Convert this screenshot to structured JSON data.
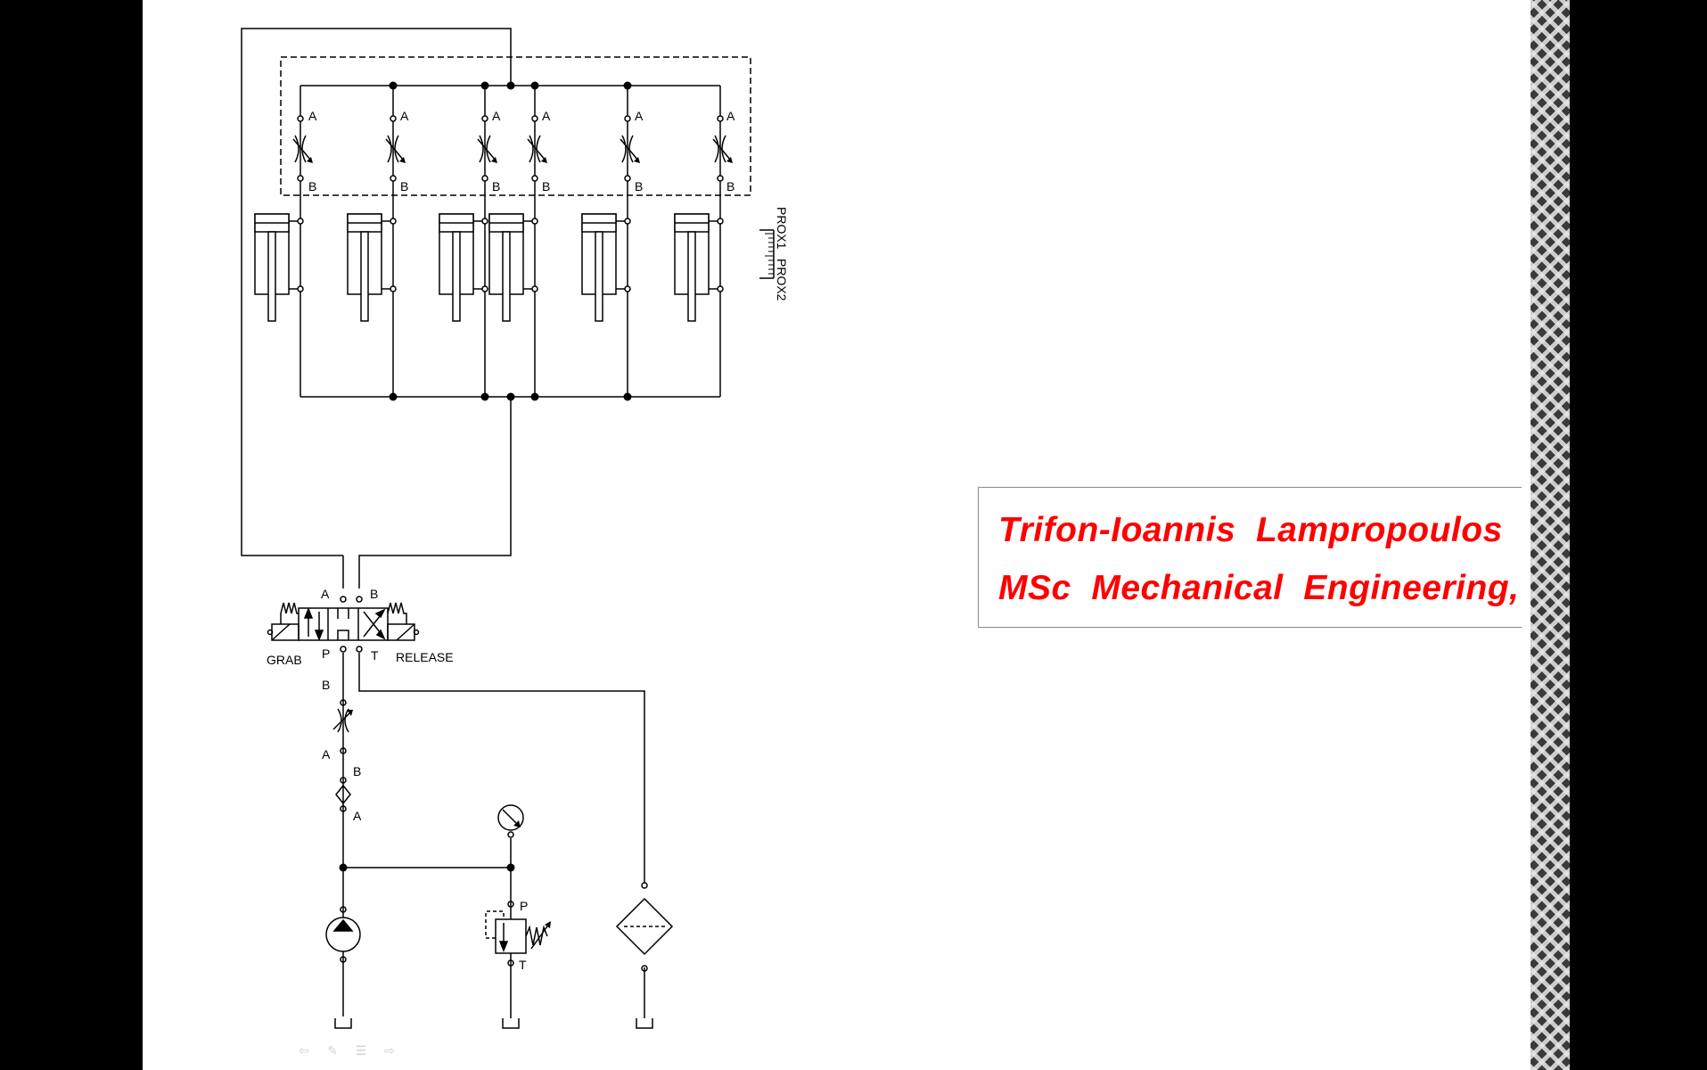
{
  "diagram": {
    "valve_ports": [
      "A",
      "B",
      "A",
      "B",
      "A",
      "B",
      "A",
      "B",
      "A",
      "B",
      "A",
      "B"
    ],
    "sensor_labels": {
      "prox1": "PROX1",
      "prox2": "PROX2"
    },
    "dcv": {
      "port_a": "A",
      "port_b": "B",
      "port_p": "P",
      "port_t": "T",
      "left_label": "GRAB",
      "right_label": "RELEASE"
    },
    "supply_line": {
      "flow_valve_top": "B",
      "flow_valve_bottom": "A",
      "check_top": "B",
      "check_bottom": "A"
    },
    "relief_valve": {
      "port_p": "P",
      "port_t": "T"
    }
  },
  "author": {
    "name": "Trifon-Ioannis  Lampropoulos",
    "degree": "MSc  Mechanical  Engineering,  NTUA"
  },
  "colors": {
    "author_text": "#ff0000",
    "line": "#000000",
    "background": "#ffffff"
  },
  "nav_icons": [
    "back-arrow-icon",
    "pen-icon",
    "menu-icon",
    "forward-arrow-icon"
  ]
}
